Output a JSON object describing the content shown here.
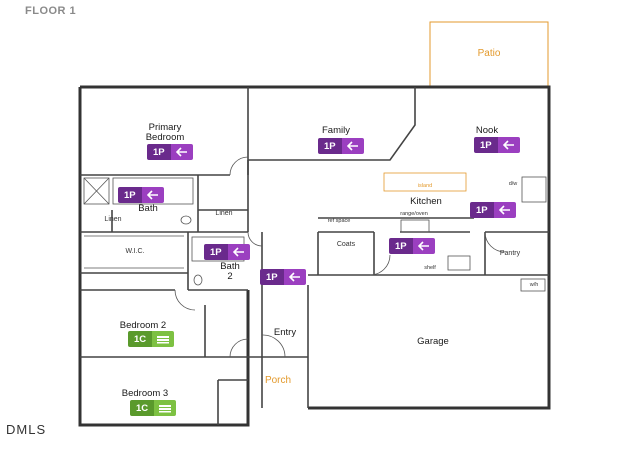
{
  "title": "FLOOR 1",
  "watermark": "DMLS",
  "rooms": {
    "patio": "Patio",
    "primary_bedroom_line1": "Primary",
    "primary_bedroom_line2": "Bedroom",
    "family": "Family",
    "nook": "Nook",
    "kitchen": "Kitchen",
    "island": "island",
    "bath": "Bath",
    "linen_left": "Linen",
    "linen_right": "Linen",
    "wic": "W.I.C.",
    "bath2_line1": "Bath",
    "bath2_line2": "2",
    "coats": "Coats",
    "pantry": "Pantry",
    "bedroom2": "Bedroom 2",
    "bedroom3": "Bedroom 3",
    "entry": "Entry",
    "garage": "Garage",
    "porch": "Porch",
    "dw": "d/w",
    "wh": "w/h",
    "range_oven": "range/oven",
    "ref_space": "ref space",
    "shelf": "shelf"
  },
  "badges": [
    {
      "id": "primary-bedroom",
      "code": "1P",
      "icon": "arrow-left-icon",
      "kind": "purple"
    },
    {
      "id": "family",
      "code": "1P",
      "icon": "arrow-left-icon",
      "kind": "purple"
    },
    {
      "id": "nook",
      "code": "1P",
      "icon": "arrow-left-icon",
      "kind": "purple"
    },
    {
      "id": "bath",
      "code": "1P",
      "icon": "arrow-left-icon",
      "kind": "purple"
    },
    {
      "id": "kitchen",
      "code": "1P",
      "icon": "arrow-left-icon",
      "kind": "purple"
    },
    {
      "id": "bath2",
      "code": "1P",
      "icon": "arrow-left-icon",
      "kind": "purple"
    },
    {
      "id": "coats",
      "code": "1P",
      "icon": "arrow-left-icon",
      "kind": "purple"
    },
    {
      "id": "hall",
      "code": "1P",
      "icon": "arrow-left-icon",
      "kind": "purple"
    },
    {
      "id": "bedroom2",
      "code": "1C",
      "icon": "bed-icon",
      "kind": "green"
    },
    {
      "id": "bedroom3",
      "code": "1C",
      "icon": "bed-icon",
      "kind": "green"
    }
  ],
  "colors": {
    "wall": "#333333",
    "porch": "#e39a2d",
    "purple_dark": "#6a2a8c",
    "purple_light": "#9b3fc0",
    "green_dark": "#5a9a2c",
    "green_light": "#7dc142"
  }
}
